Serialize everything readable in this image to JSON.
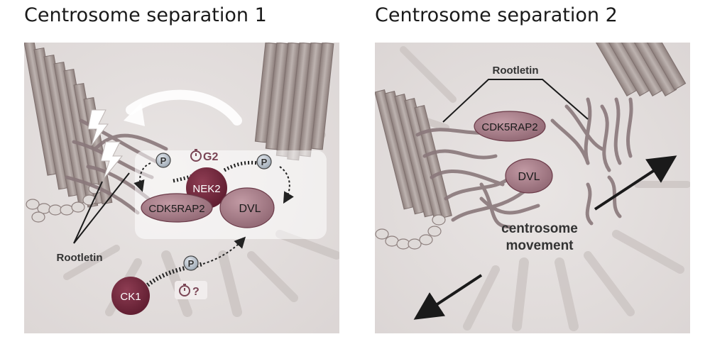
{
  "panels": [
    {
      "title": "Centrosome separation 1",
      "labels": {
        "rootletin": "Rootletin",
        "nek2": "NEK2",
        "cdk5rap2": "CDK5RAP2",
        "dvl": "DVL",
        "ck1": "CK1",
        "phospho": "P",
        "timing_g2": "G2",
        "timing_unknown": "?"
      }
    },
    {
      "title": "Centrosome separation 2",
      "labels": {
        "rootletin": "Rootletin",
        "cdk5rap2": "CDK5RAP2",
        "dvl": "DVL",
        "movement_line1": "centrosome",
        "movement_line2": "movement"
      }
    }
  ],
  "colors": {
    "background": "#e6e1e0",
    "fiber": "#8f7e80",
    "microtubule": "#a59a97",
    "cdk5rap2": "#a87f89",
    "dvl": "#a27a84",
    "nek2": "#6e2438",
    "ck1": "#6e2438",
    "phospho": "#b9c2cc",
    "timing": "#7a4555"
  },
  "icons": {
    "timer": "stopwatch-icon",
    "lightning": "lightning-bolt-icon",
    "arrow": "curved-dotted-arrow-icon"
  }
}
